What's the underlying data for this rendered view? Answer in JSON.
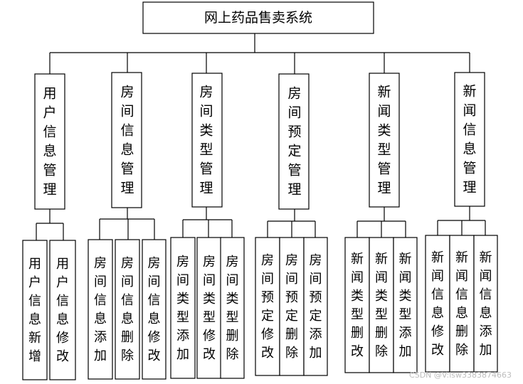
{
  "title": "网上药品售卖系统",
  "modules": [
    {
      "label": "用户信息管理",
      "children": [
        "用户信息新增",
        "用户信息修改"
      ]
    },
    {
      "label": "房间信息管理",
      "children": [
        "房间信息添加",
        "房间信息删除",
        "房间信息修改"
      ]
    },
    {
      "label": "房间类型管理",
      "children": [
        "房间类型添加",
        "房间类型修改",
        "房间类型删除"
      ]
    },
    {
      "label": "房间预定管理",
      "children": [
        "房间预定修改",
        "房间预定删除",
        "房间预定添加"
      ]
    },
    {
      "label": "新闻类型管理",
      "children": [
        "新闻类型删改",
        "新闻类型删除",
        "新闻类型添加"
      ]
    },
    {
      "label": "新闻信息管理",
      "children": [
        "新闻信息修改",
        "新闻信息删除",
        "新闻信息添加"
      ]
    }
  ],
  "watermark": "CSDN @V:lsw3383874663"
}
